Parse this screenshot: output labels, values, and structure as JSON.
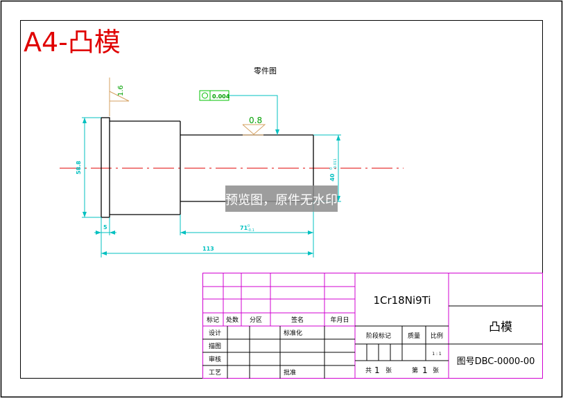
{
  "sheet_title": "A4-凸模",
  "part_drawing_label": "零件图",
  "surface_finish": {
    "shoulder": "1.6",
    "shaft": "0.8"
  },
  "geometric_tolerance": {
    "symbol": "circularity",
    "value": "0.004"
  },
  "dimensions": {
    "flange_diameter": "58.8",
    "shaft_diameter": "40",
    "shaft_diameter_tol": "0\n-0.011",
    "flange_thickness": "5",
    "shaft_length": "71",
    "shaft_length_tol": "0\n-0.1",
    "overall_length": "113"
  },
  "watermark": "预览图，原件无水印",
  "title_block": {
    "material": "1Cr18Ni9Ti",
    "part_name": "凸模",
    "drawing_number": "图号DBC-0000-00",
    "revision_headers": [
      "标记",
      "处数",
      "分区",
      "签名",
      "年月日"
    ],
    "roles": [
      "设计",
      "描图",
      "审核",
      "工艺"
    ],
    "standardization": "标准化",
    "approval": "批准",
    "stage_mark": "阶段标记",
    "weight": "质量",
    "scale_label": "比例",
    "scale_value": "1 : 1",
    "sheets_total_prefix": "共",
    "sheets_total": "1",
    "sheet_unit": "张",
    "sheet_index_prefix": "第",
    "sheet_index": "1"
  }
}
